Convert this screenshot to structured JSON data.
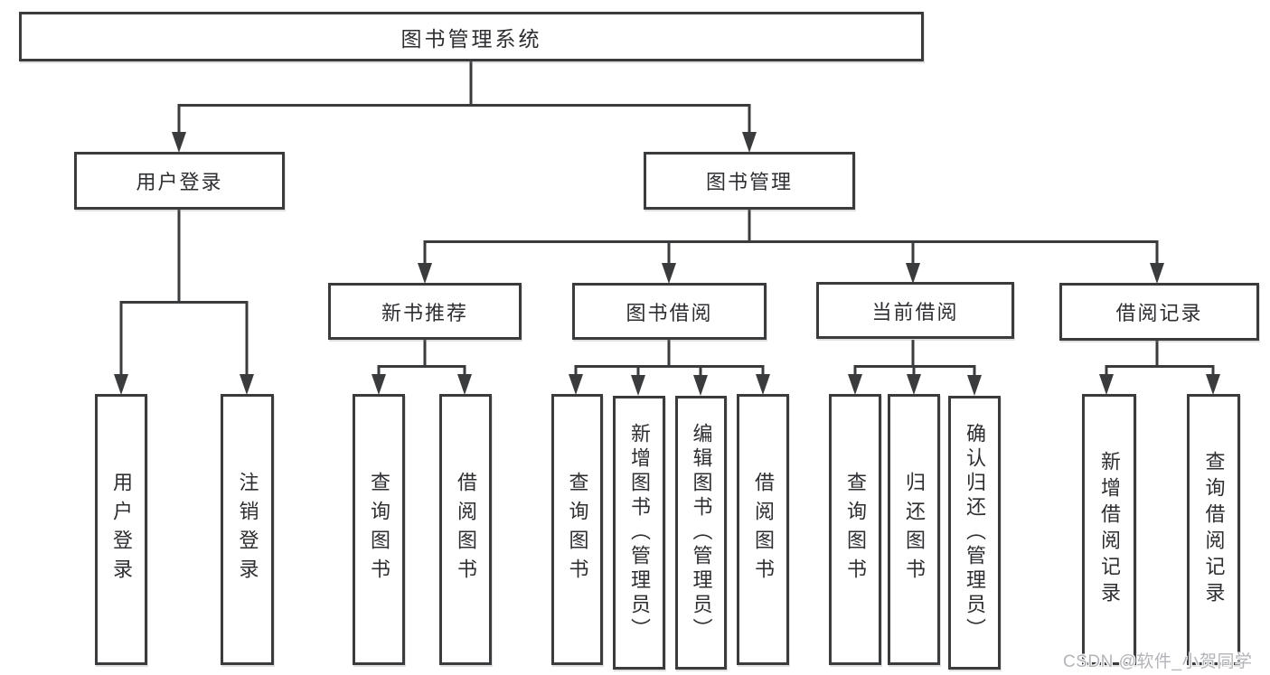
{
  "diagram": {
    "root": {
      "label": "图书管理系统"
    },
    "branches": [
      {
        "label": "用户登录",
        "children": [
          {
            "label": "用户登录"
          },
          {
            "label": "注销登录"
          }
        ]
      },
      {
        "label": "图书管理",
        "children": [
          {
            "label": "新书推荐",
            "children": [
              {
                "label": "查询图书"
              },
              {
                "label": "借阅图书"
              }
            ]
          },
          {
            "label": "图书借阅",
            "children": [
              {
                "label": "查询图书"
              },
              {
                "label": "新增图书（管理员）"
              },
              {
                "label": "编辑图书（管理员）"
              },
              {
                "label": "借阅图书"
              }
            ]
          },
          {
            "label": "当前借阅",
            "children": [
              {
                "label": "查询图书"
              },
              {
                "label": "归还图书"
              },
              {
                "label": "确认归还（管理员）"
              }
            ]
          },
          {
            "label": "借阅记录",
            "children": [
              {
                "label": "新增借阅记录"
              },
              {
                "label": "查询借阅记录"
              }
            ]
          }
        ]
      }
    ]
  },
  "watermark": "CSDN @软件_小贺同学",
  "colors": {
    "line": "#3a3b3d",
    "text": "#2d2e31",
    "background": "#ffffff",
    "watermark": "#b2b4b9"
  }
}
